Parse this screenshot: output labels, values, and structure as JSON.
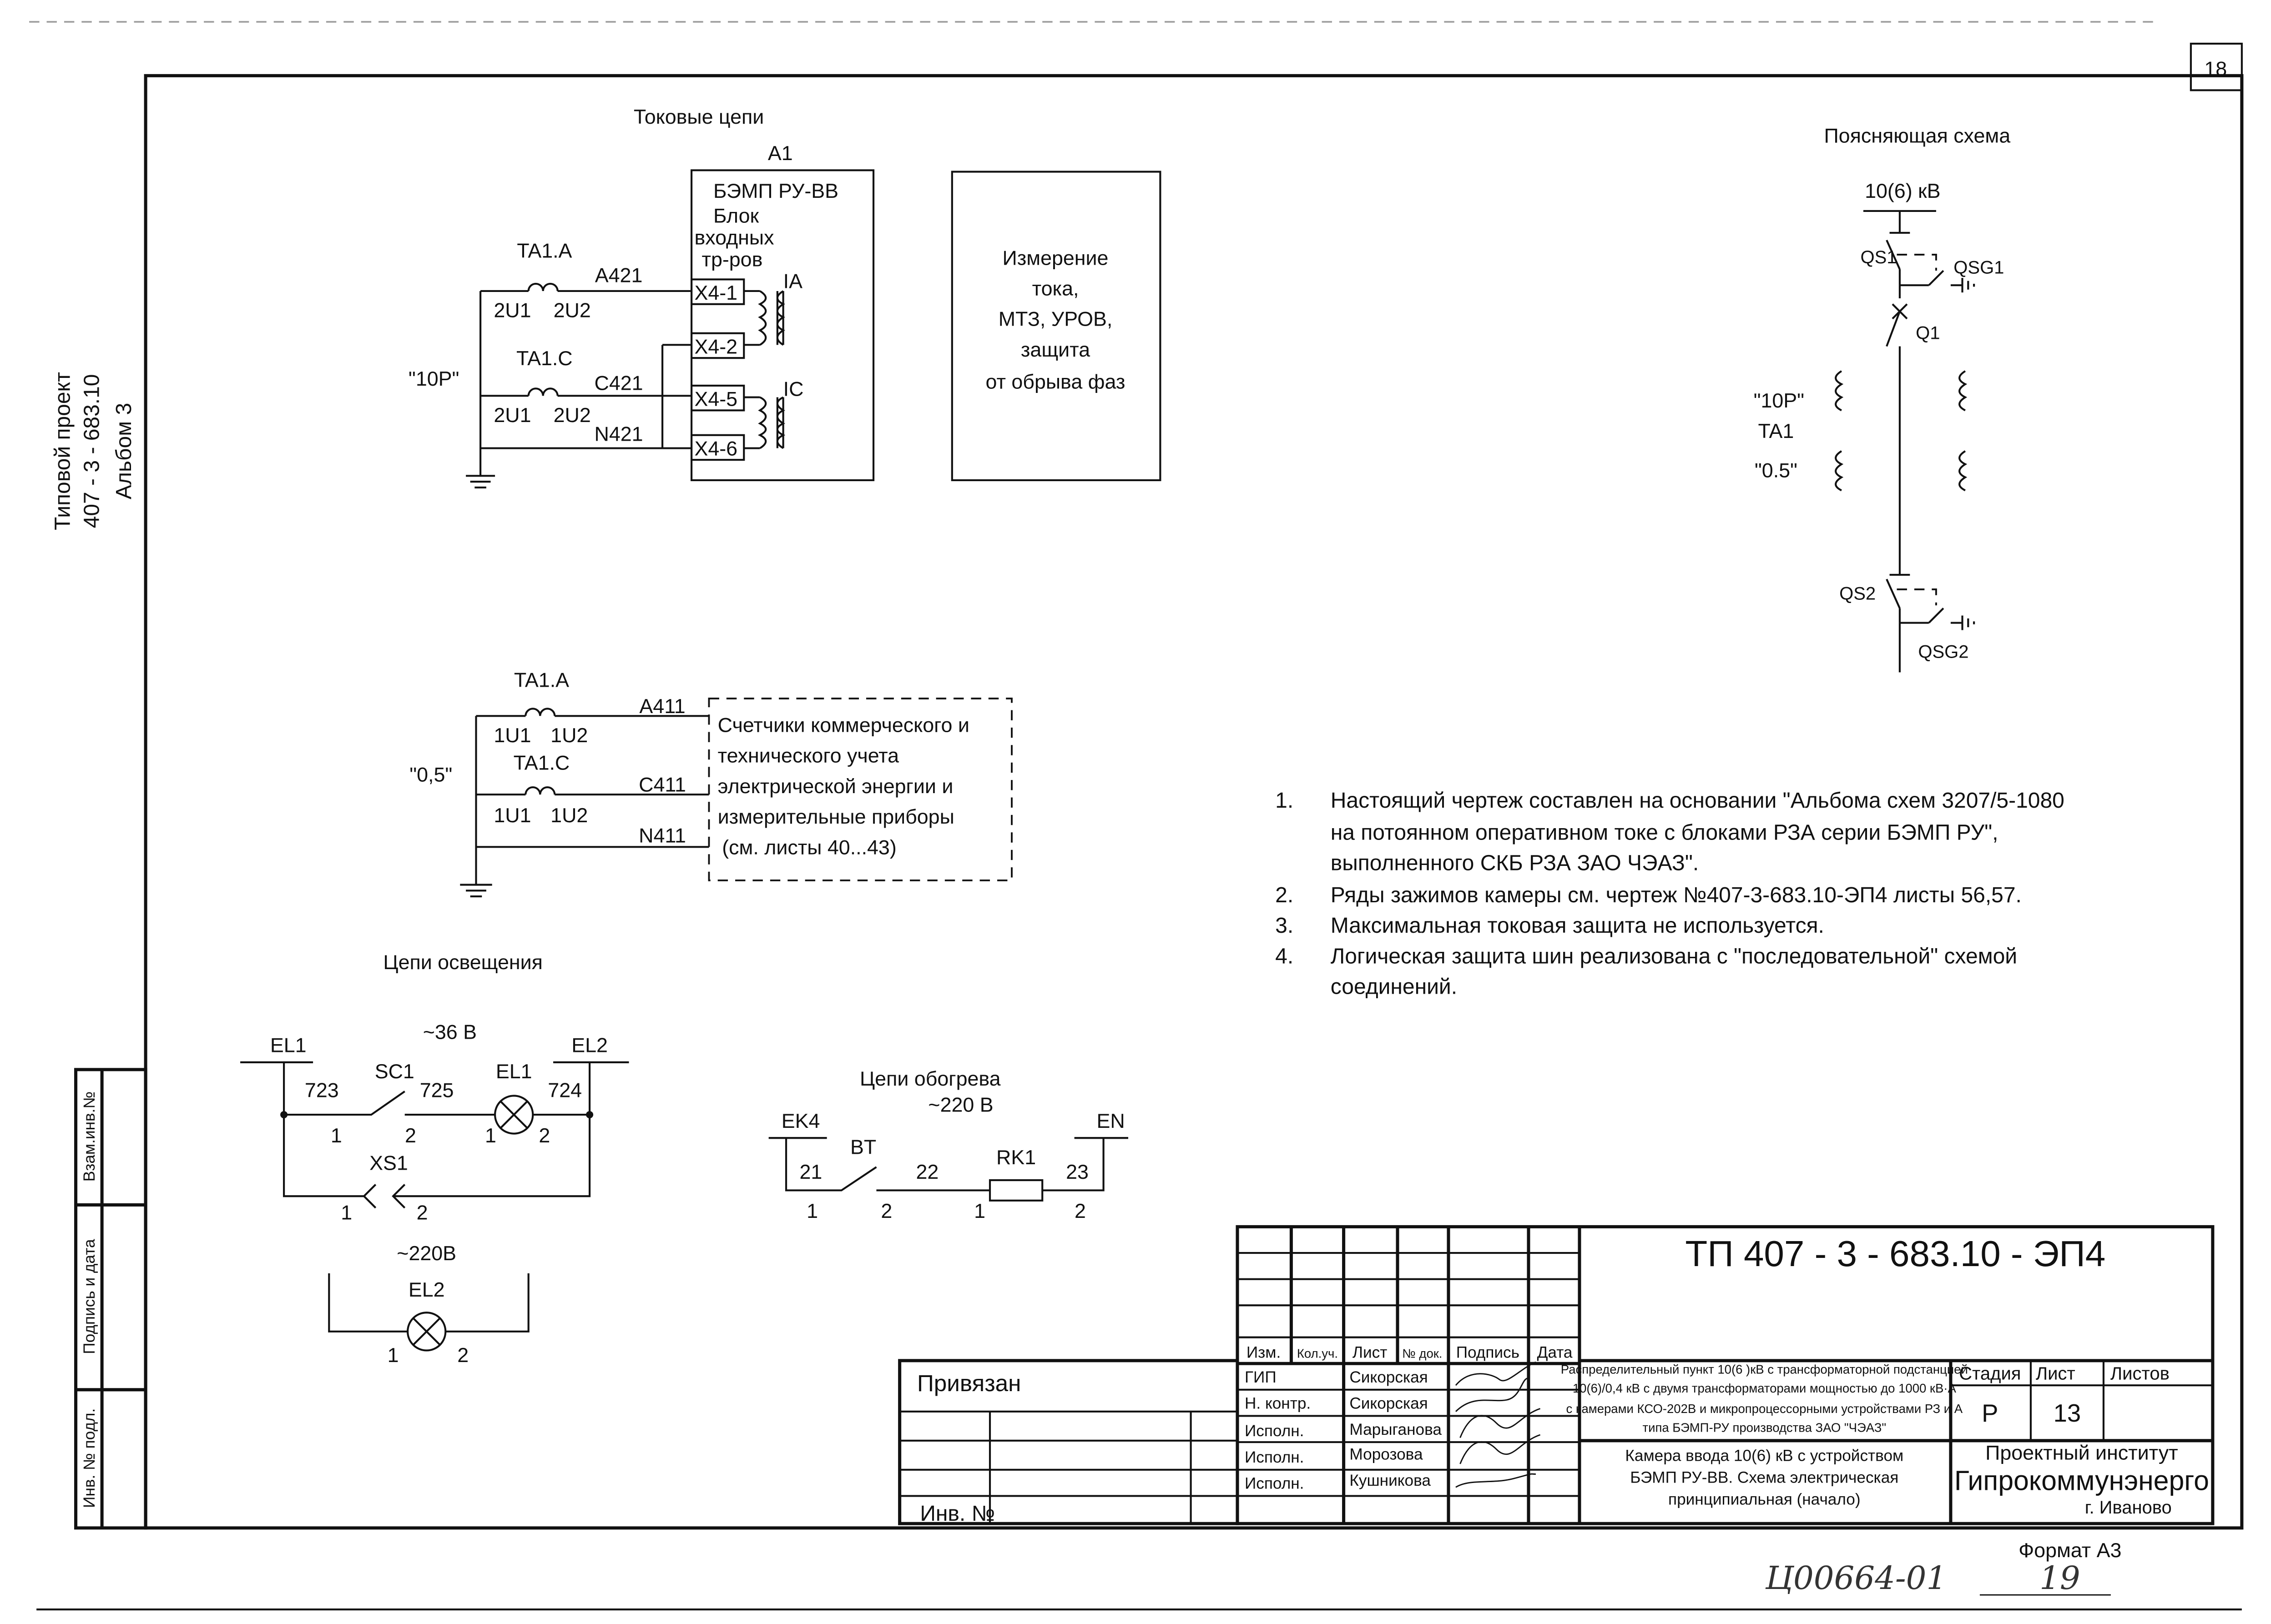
{
  "sheet_number": "18",
  "side_title": {
    "line1": "Типовой проект",
    "line2": "407 - 3 - 683.10",
    "line3": "Альбом 3"
  },
  "side_stamp": {
    "replace_inv": "Взам.инв.№",
    "sign_date": "Подпись и дата",
    "inv_orig": "Инв. № подл."
  },
  "current_circuits": {
    "title": "Токовые цепи",
    "device_ref": "A1",
    "device_lines": [
      "БЭМП РУ-ВВ",
      "Блок",
      "входных",
      "тр-ров"
    ],
    "terminals": [
      "X4-1",
      "X4-2",
      "X4-5",
      "X4-6"
    ],
    "inputs": [
      "IA",
      "IC"
    ],
    "ct_a": "TA1.A",
    "ct_c": "TA1.C",
    "ct_a_terms": [
      "2U1",
      "2U2"
    ],
    "ct_c_terms": [
      "2U1",
      "2U2"
    ],
    "class": "\"10Р\"",
    "wires": [
      "A421",
      "C421",
      "N421"
    ],
    "function_lines": [
      "Измерение",
      "тока,",
      "МТЗ, УРОВ,",
      "защита",
      "от обрыва фаз"
    ]
  },
  "metering_circuits": {
    "ct_a": "TA1.A",
    "ct_c": "TA1.C",
    "ct_a_terms": [
      "1U1",
      "1U2"
    ],
    "ct_c_terms": [
      "1U1",
      "1U2"
    ],
    "class": "\"0,5\"",
    "wires": [
      "A411",
      "C411",
      "N411"
    ],
    "box_lines": [
      "Счетчики коммерческого и",
      "технического учета",
      "электрической энергии и",
      "измерительные приборы",
      "(см.  листы 40...43)"
    ]
  },
  "explanatory": {
    "title": "Поясняющая схема",
    "voltage": "10(6) кВ",
    "labels": {
      "qs1": "QS1",
      "qsg1": "QSG1",
      "q1": "Q1",
      "class10": "\"10Р\"",
      "ta1": "TA1",
      "class05": "\"0.5\"",
      "qs2": "QS2",
      "qsg2": "QSG2"
    }
  },
  "notes": [
    {
      "n": "1.",
      "lines": [
        "Настоящий чертеж составлен на основании \"Альбома схем 3207/5-1080",
        "на потоянном оперативном токе с блоками РЗА серии БЭМП РУ\",",
        "выполненного СКБ РЗА ЗАО ЧЭАЗ\"."
      ]
    },
    {
      "n": "2.",
      "lines": [
        "Ряды  зажимов камеры см. чертеж №407-3-683.10-ЭП4 листы 56,57."
      ]
    },
    {
      "n": "3.",
      "lines": [
        "Максимальная токовая защита не используется."
      ]
    },
    {
      "n": "4.",
      "lines": [
        "Логическая защита шин реализована с \"последовательной\" схемой",
        "соединений."
      ]
    }
  ],
  "lighting": {
    "title": "Цепи освещения",
    "voltage": "~36 В",
    "el1": "EL1",
    "el2": "EL2",
    "sc1": "SC1",
    "lamp": "EL1",
    "xs1": "XS1",
    "wires": [
      "723",
      "725",
      "724"
    ],
    "pins": [
      "1",
      "2",
      "1",
      "2",
      "1",
      "2"
    ],
    "voltage2": "~220В",
    "lamp2": "EL2",
    "lamp2_pins": [
      "1",
      "2"
    ]
  },
  "heating": {
    "title": "Цепи обогрева",
    "voltage": "~220 В",
    "ek4": "EK4",
    "en": "EN",
    "bt": "BT",
    "rk1": "RK1",
    "wires": [
      "21",
      "22",
      "23"
    ],
    "pins": [
      "1",
      "2",
      "1",
      "2"
    ]
  },
  "title_block": {
    "code": "ТП  407 - 3 - 683.10 - ЭП4",
    "headers": [
      "Изм.",
      "Кол.уч.",
      "Лист",
      "№ док.",
      "Подпись",
      "Дата"
    ],
    "rows": [
      {
        "role": "ГИП",
        "name": "Сикорская"
      },
      {
        "role": "Н. контр.",
        "name": "Сикорская"
      },
      {
        "role": "Исполн.",
        "name": "Марыганова"
      },
      {
        "role": "Исполн.",
        "name": "Морозова"
      },
      {
        "role": "Исполн.",
        "name": "Кушникова"
      }
    ],
    "project_lines": [
      "Распределительный пункт 10(6 )кВ с трансформаторной подстанцией",
      "10(6)/0,4 кВ с двумя трансформаторами мощностью до 1000 кВ·А",
      "с камерами КСО-202В и микропроцессорными устройствами РЗ и А",
      "типа БЭМП-РУ  производства ЗАО \"ЧЭАЗ\""
    ],
    "sheet_title_lines": [
      "Камера ввода 10(6) кВ с устройством",
      "БЭМП РУ-ВВ. Схема электрическая",
      "принципиальная (начало)"
    ],
    "stage_label": "Стадия",
    "sheet_label": "Лист",
    "sheets_label": "Листов",
    "stage": "Р",
    "sheet": "13",
    "sheets": "",
    "org_line1": "Проектный институт",
    "org_line2": "Гипрокоммунэнерго",
    "org_line3": "г. Иваново",
    "bound_label": "Привязан",
    "inv_label": "Инв. №"
  },
  "format": "Формат А3",
  "handwritten": {
    "archive_no": "Ц00664-01",
    "page": "19"
  }
}
